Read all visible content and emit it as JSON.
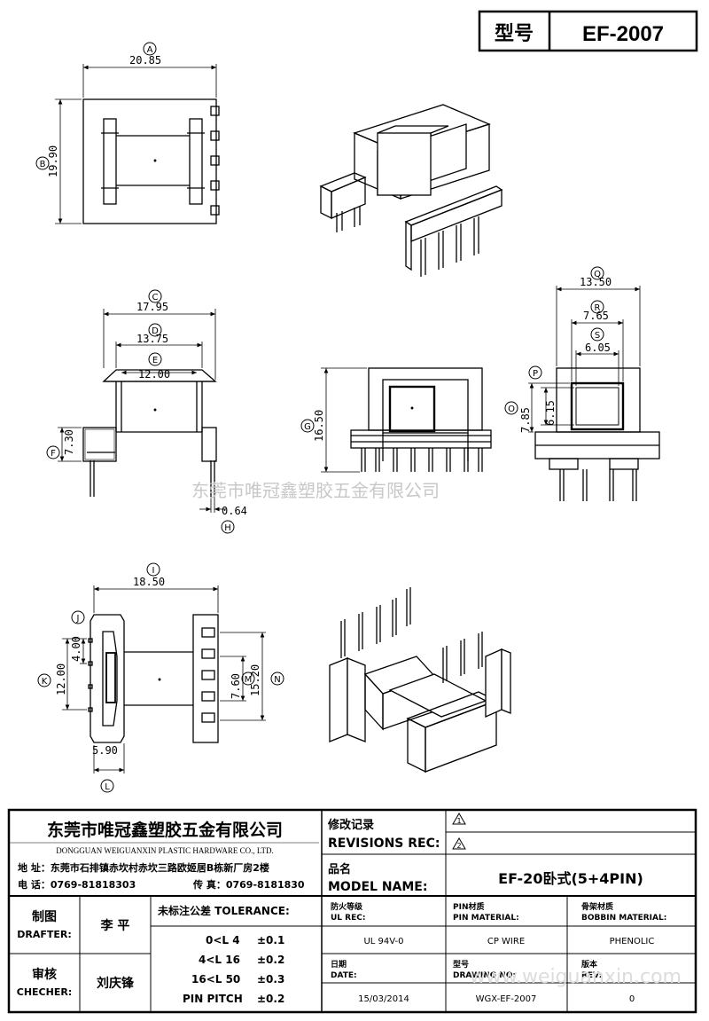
{
  "header": {
    "type_label": "型号",
    "model": "EF-2007"
  },
  "dimensions": {
    "A": "20.85",
    "B": "19.90",
    "C": "17.95",
    "D": "13.75",
    "E": "12.00",
    "F": "7.30",
    "G": "16.50",
    "H": "0.64",
    "I": "18.50",
    "J": "4.00",
    "K": "12.00",
    "L": "5.90",
    "M": "7.60",
    "N": "15.20",
    "O": "7.85",
    "P": "6.15",
    "Q": "13.50",
    "R": "7.65",
    "S": "6.05"
  },
  "circle_labels": [
    "A",
    "B",
    "C",
    "D",
    "E",
    "F",
    "G",
    "H",
    "I",
    "J",
    "K",
    "L",
    "M",
    "N",
    "O",
    "P",
    "Q",
    "R",
    "S"
  ],
  "watermark": {
    "company": "东莞市唯冠鑫塑胶五金有限公司",
    "website": "www.weiguanxin.com"
  },
  "company": {
    "name_cn": "东莞市唯冠鑫塑胶五金有限公司",
    "name_en": "DONGGUAN WEIGUANXIN PLASTIC HARDWARE CO., LTD.",
    "address": "地  址：东莞市石排镇赤坎村赤坎三路欧姬居B栋新厂房2楼",
    "phone": "电  话：0769-81818303",
    "fax": "传 真：0769-8181830"
  },
  "revisions": {
    "label_cn": "修改记录",
    "label_en": "REVISIONS REC:",
    "rev1": "1",
    "rev2": "2"
  },
  "model_name": {
    "label_cn": "品名",
    "label_en": "MODEL NAME:",
    "value": "EF-20卧式(5+4PIN)"
  },
  "drafter": {
    "label_cn": "制图",
    "label_en": "DRAFTER:",
    "name": "李  平"
  },
  "checker": {
    "label_cn": "审核",
    "label_en": "CHECHER:",
    "name": "刘庆锋"
  },
  "tolerance": {
    "label": "未标注公差 TOLERANCE:",
    "rows": [
      {
        "range": "0<L  4",
        "value": "±0.1"
      },
      {
        "range": "4<L  16",
        "value": "±0.2"
      },
      {
        "range": "16<L  50",
        "value": "±0.3"
      },
      {
        "range": "PIN PITCH",
        "value": "±0.2"
      }
    ]
  },
  "specs": {
    "ul_cn": "防火等级",
    "ul_en": "UL REC:",
    "ul_value": "UL 94V-0",
    "pin_cn": "PIN材质",
    "pin_en": "PIN MATERIAL:",
    "pin_value": "CP WIRE",
    "bobbin_cn": "骨架材质",
    "bobbin_en": "BOBBIN MATERIAL:",
    "bobbin_value": "PHENOLIC",
    "date_cn": "日期",
    "date_en": "DATE:",
    "date_value": "15/03/2014",
    "dwg_cn": "型号",
    "dwg_en": "DRAWING NO:",
    "dwg_value": "WGX-EF-2007",
    "rev_cn": "版本",
    "rev_en": "REV:",
    "rev_value": "0"
  }
}
